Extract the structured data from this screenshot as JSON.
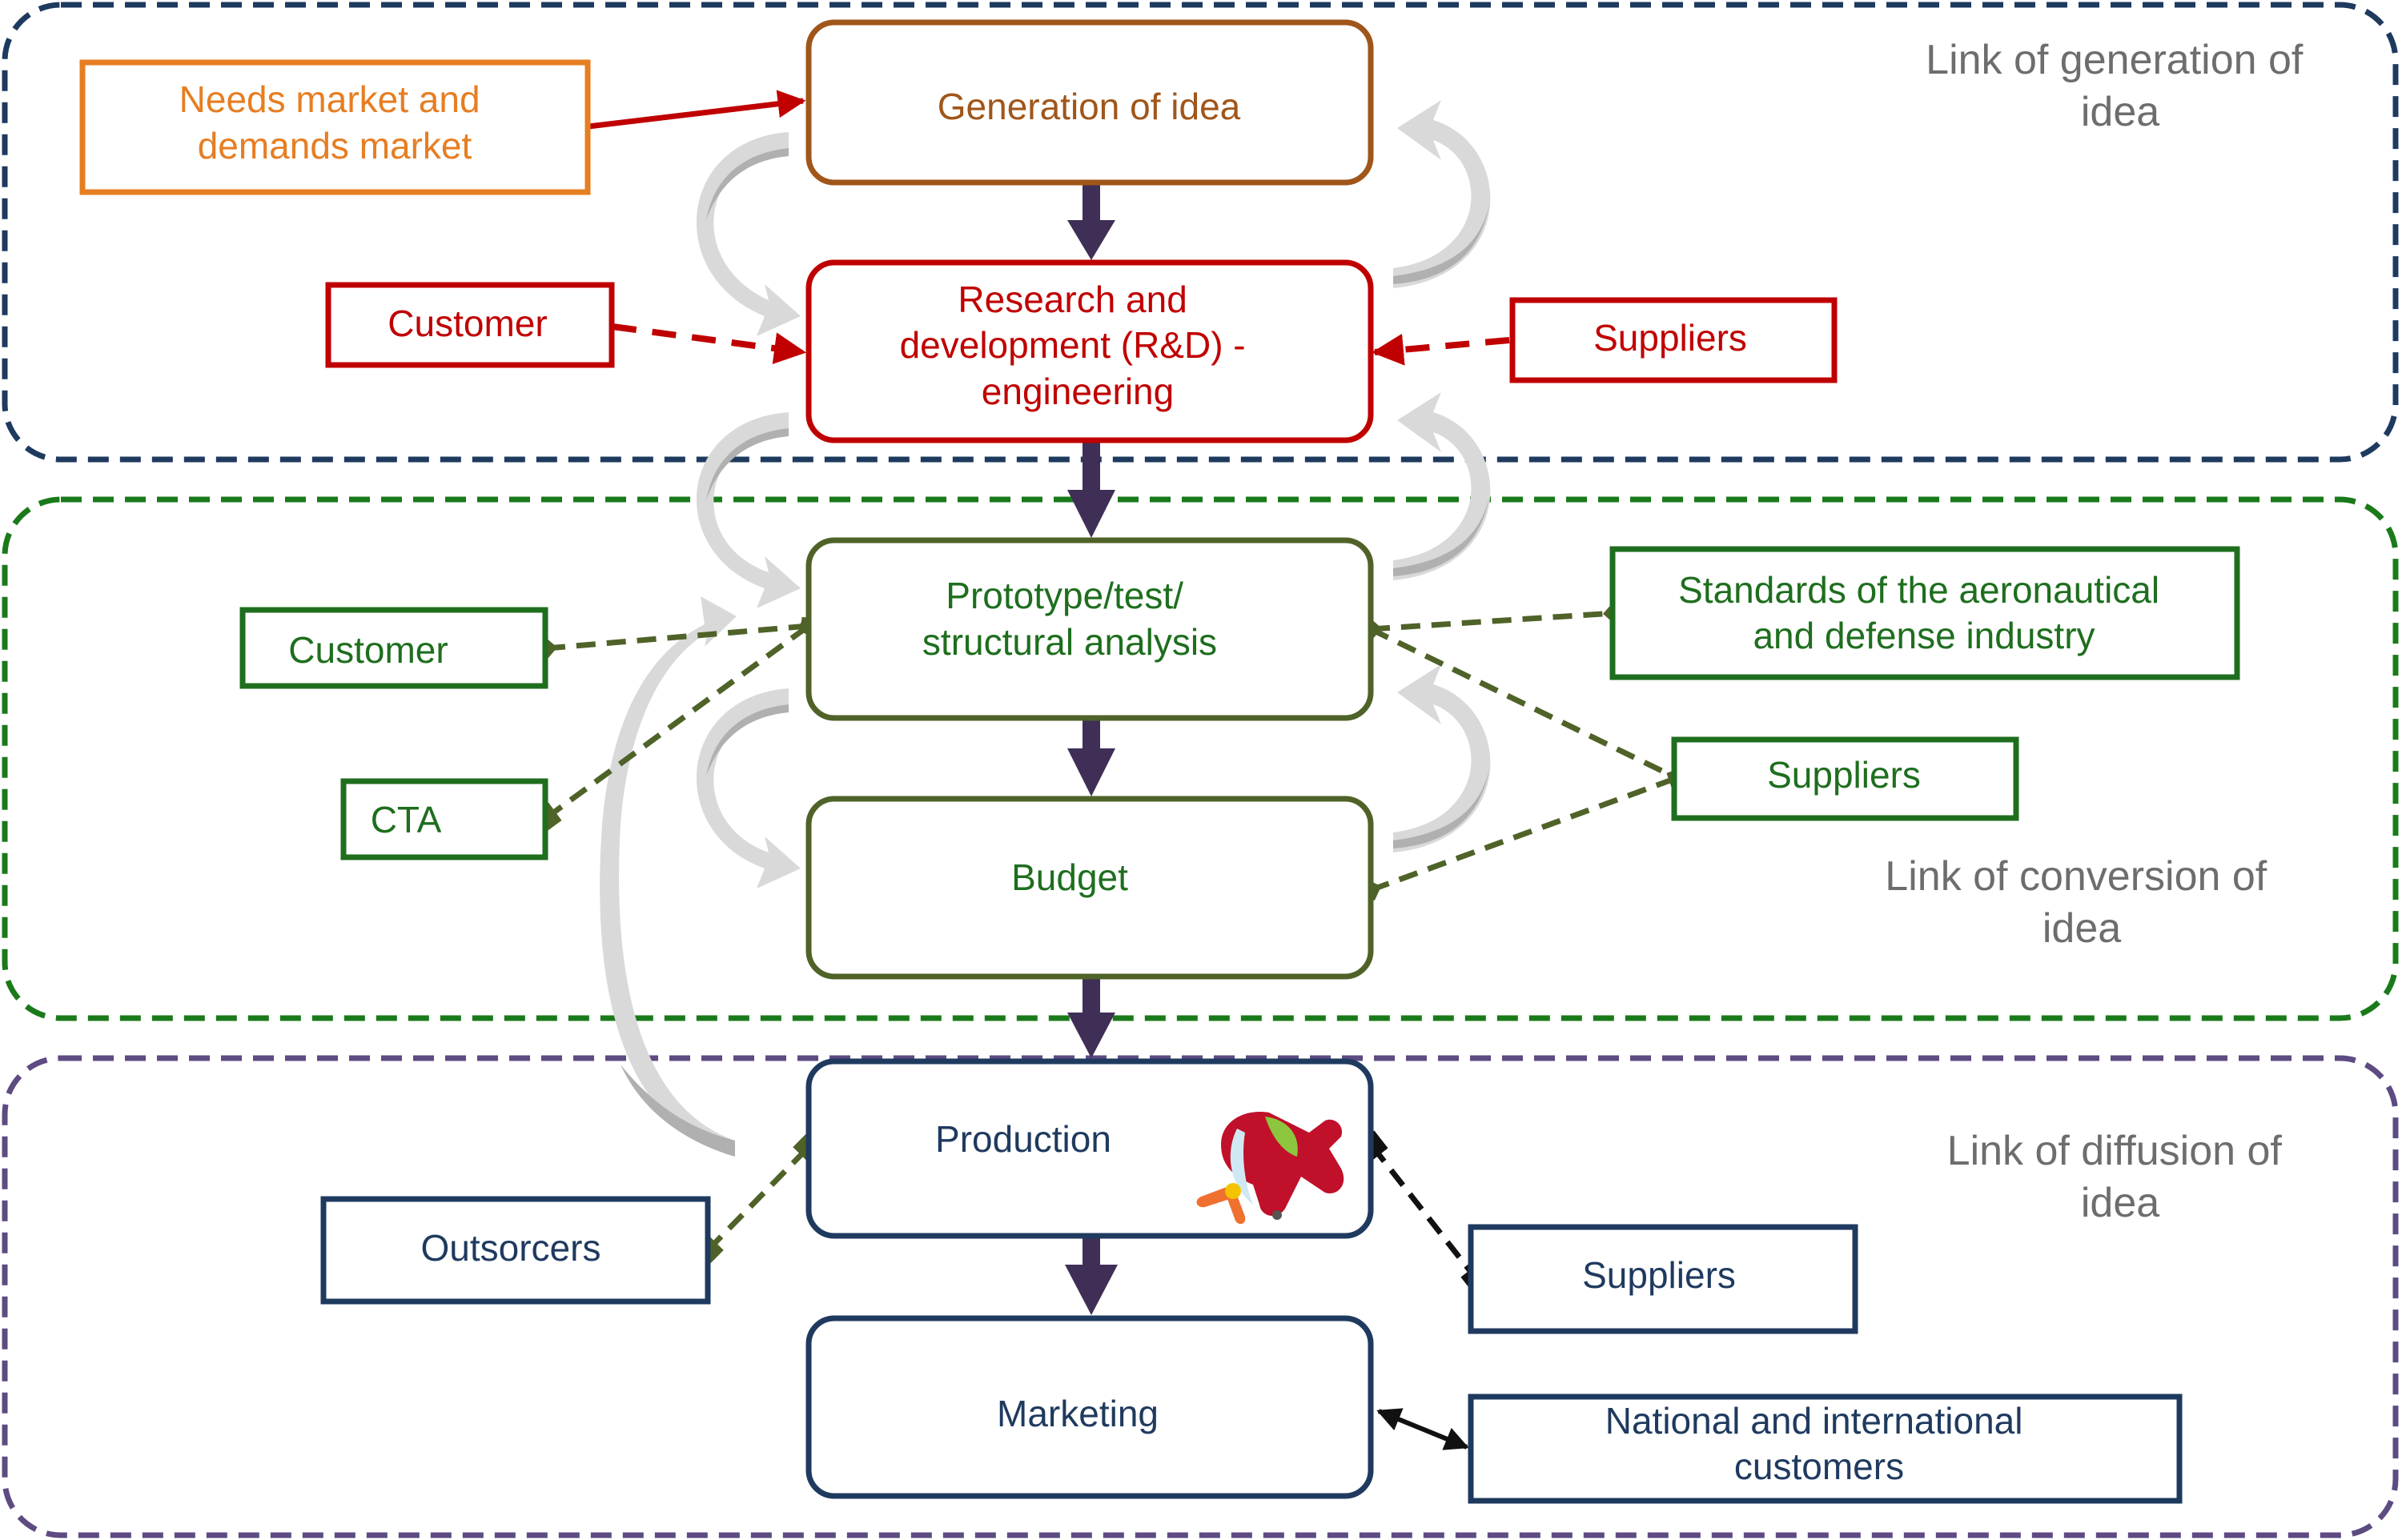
{
  "colors": {
    "generation_region": "#1f3a5f",
    "conversion_region": "#1a7a1a",
    "diffusion_region": "#5e4b82",
    "generation_node": "#a0561a",
    "needs_market": "#e67e22",
    "red": "#c00000",
    "olive": "#4f6228",
    "green_text": "#1e6e1e",
    "green_box": "#1e6e1e",
    "navy": "#1f3a5f",
    "flow_arrow": "#3f2f56",
    "feedback_arrow": "#d9d9d9",
    "feedback_arrow_shade": "#b0b0b0",
    "region_label": "#6d6d6d",
    "black": "#111111"
  },
  "regions": {
    "generation": {
      "label_lines": [
        "Link of generation of",
        "idea"
      ]
    },
    "conversion": {
      "label_lines": [
        "Link of conversion of",
        "idea"
      ]
    },
    "diffusion": {
      "label_lines": [
        "Link of diffusion of",
        "idea"
      ]
    }
  },
  "main_flow": {
    "generation": {
      "lines": [
        "Generation of idea"
      ]
    },
    "rnd": {
      "lines": [
        "Research and",
        "development (R&D) -",
        "engineering"
      ]
    },
    "prototype": {
      "lines": [
        "Prototype/test/",
        "structural analysis"
      ]
    },
    "budget": {
      "lines": [
        "Budget"
      ]
    },
    "production": {
      "lines": [
        "Production"
      ],
      "icon": "airplane-icon"
    },
    "marketing": {
      "lines": [
        "Marketing"
      ]
    }
  },
  "side_nodes": {
    "needs_market": {
      "lines": [
        "Needs market and",
        "demands market"
      ]
    },
    "customer_rnd": {
      "lines": [
        "Customer"
      ]
    },
    "suppliers_rnd": {
      "lines": [
        "Suppliers"
      ]
    },
    "customer_proto": {
      "lines": [
        "Customer"
      ]
    },
    "cta": {
      "lines": [
        "CTA"
      ]
    },
    "standards": {
      "lines": [
        "Standards of the aeronautical",
        "and defense industry"
      ]
    },
    "suppliers_conv": {
      "lines": [
        "Suppliers"
      ]
    },
    "outsorcers": {
      "lines": [
        "Outsorcers"
      ]
    },
    "suppliers_prod": {
      "lines": [
        "Suppliers"
      ]
    },
    "customers_intl": {
      "lines": [
        "National and international",
        "customers"
      ]
    }
  }
}
